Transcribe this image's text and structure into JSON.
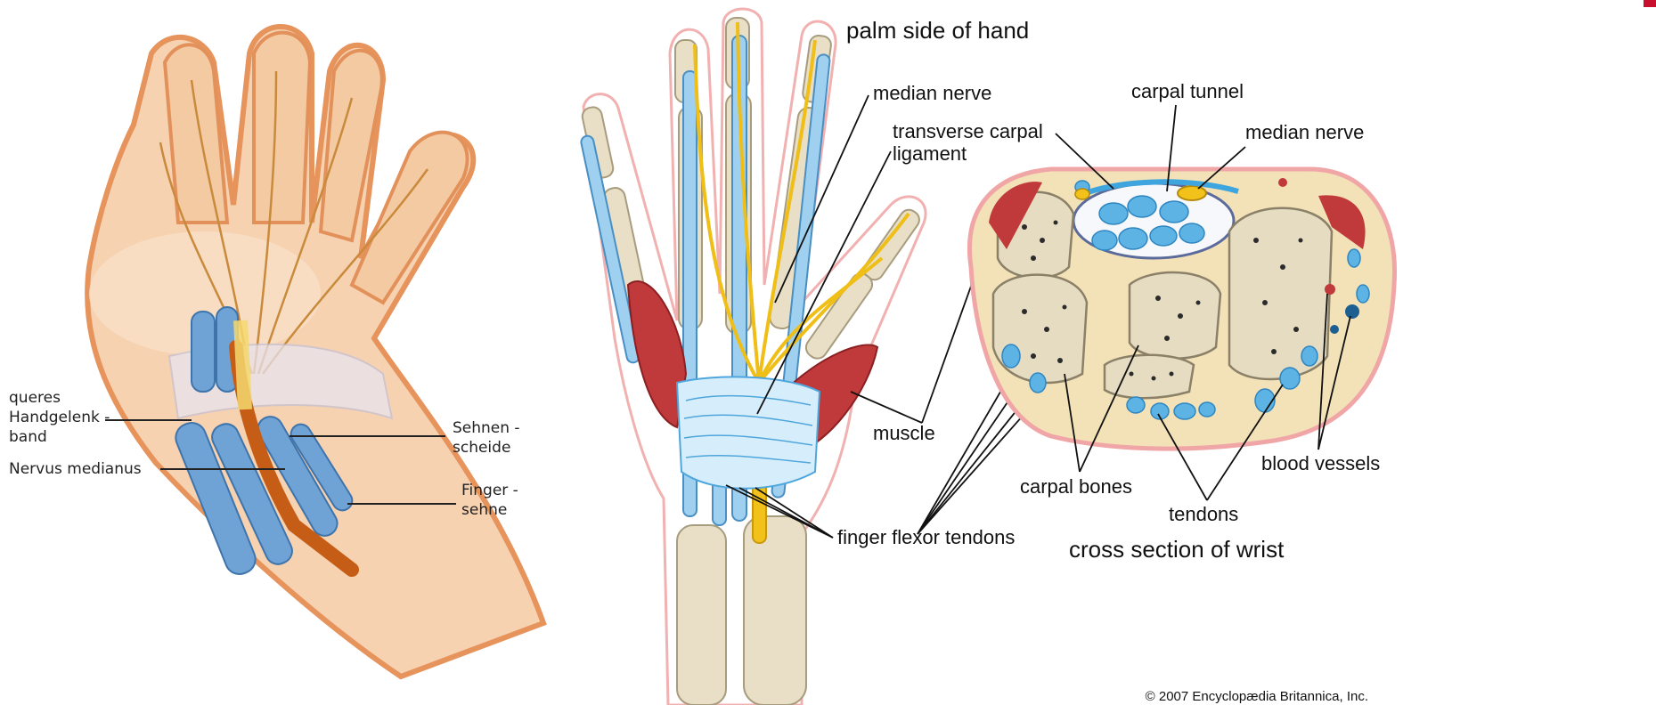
{
  "left_panel": {
    "labels": {
      "transverse_ligament": [
        "queres",
        "Handgelenk -",
        "band"
      ],
      "median_nerve": "Nervus medianus",
      "tendon_sheath": [
        "Sehnen -",
        "scheide"
      ],
      "finger_tendon": [
        "Finger -",
        "sehne"
      ]
    }
  },
  "right_panel": {
    "title_palm": "palm side of hand",
    "title_cross_section": "cross section of wrist",
    "labels": {
      "median_nerve_top": "median nerve",
      "transverse_carpal": [
        "transverse carpal",
        "ligament"
      ],
      "carpal_tunnel": "carpal tunnel",
      "median_nerve_cs": "median nerve",
      "muscle": "muscle",
      "finger_flexor_tendons": "finger flexor tendons",
      "carpal_bones": "carpal bones",
      "tendons": "tendons",
      "blood_vessels": "blood vessels"
    },
    "copyright": "© 2007 Encyclopædia Britannica, Inc."
  },
  "colors": {
    "skin": "#f7d7b8",
    "skin_shadow": "#e39a6a",
    "tendon_blue": "#7fb3d9",
    "ligament_blue": "#bfe3f5",
    "nerve_yellow": "#f2c21b",
    "bone": "#e6dcc2",
    "muscle_red": "#c0393b",
    "cross_section_fill": "#f3e2b7",
    "cross_section_outline": "#f0a6a6"
  }
}
